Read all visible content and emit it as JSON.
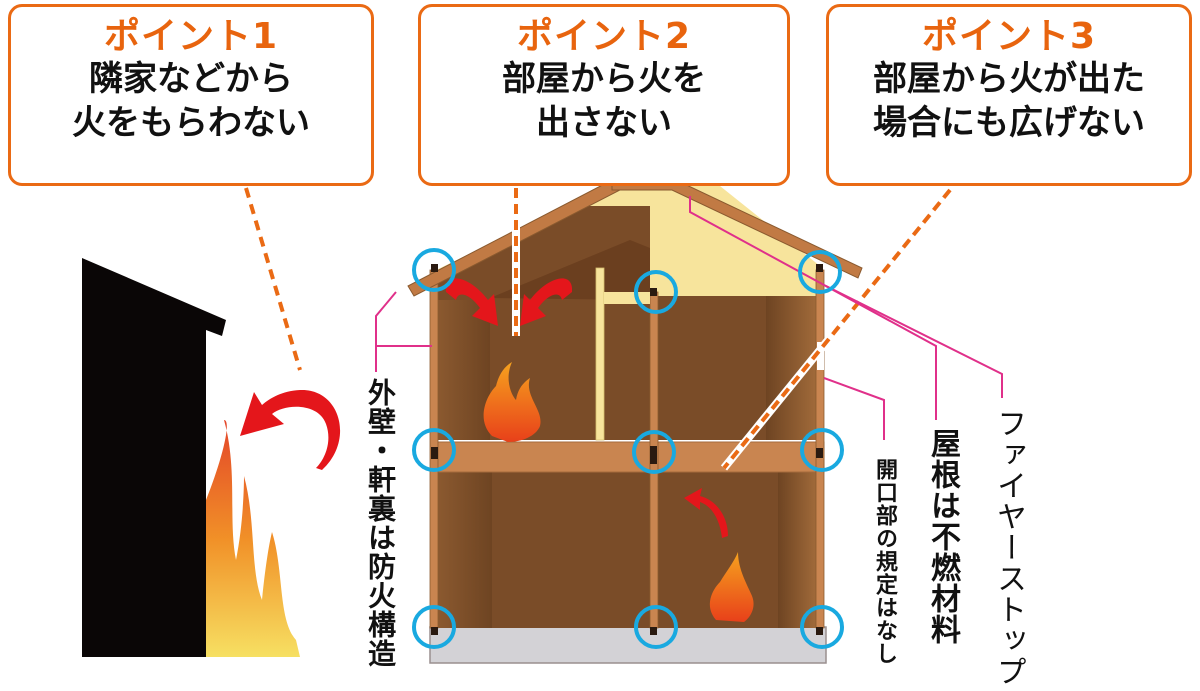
{
  "points": [
    {
      "title": "ポイント1",
      "lines": [
        "隣家などから",
        "火をもらわない"
      ]
    },
    {
      "title": "ポイント2",
      "lines": [
        "部屋から火を",
        "出さない"
      ]
    },
    {
      "title": "ポイント3",
      "lines": [
        "部屋から火が出た",
        "場合にも広げない"
      ]
    }
  ],
  "labels": {
    "exterior_wall": "外壁・軒裏は防火構造",
    "openings": "開口部の規定はなし",
    "roof": "屋根は不燃材料",
    "firestop": "ファイヤーストップ"
  },
  "colors": {
    "accent_orange": "#ea6a14",
    "leader_pink": "#e0308a",
    "joint_circle": "#19a9e0",
    "arrow_red": "#e4161b",
    "wood": "#c98550",
    "room_dark": "#7a4c28",
    "insulation": "#f7e49c",
    "foundation": "#d3d2d6"
  }
}
